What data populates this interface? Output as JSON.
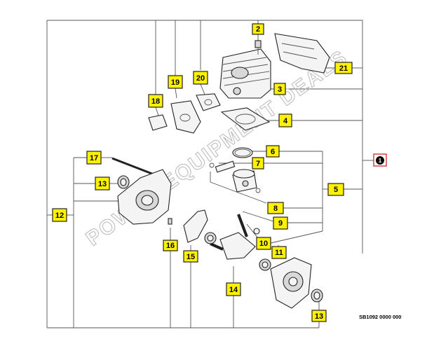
{
  "watermark": "POWER EQUIPMENT DEALS",
  "reference_code": "SB1092 0000 000",
  "assembly_marker": "1",
  "callouts": {
    "c2": "2",
    "c3": "3",
    "c4": "4",
    "c5": "5",
    "c6": "6",
    "c7": "7",
    "c8": "8",
    "c9": "9",
    "c10": "10",
    "c11": "11",
    "c12": "12",
    "c13a": "13",
    "c13b": "13",
    "c14": "14",
    "c15": "15",
    "c16": "16",
    "c17": "17",
    "c18": "18",
    "c19": "19",
    "c20": "20",
    "c21": "21"
  }
}
